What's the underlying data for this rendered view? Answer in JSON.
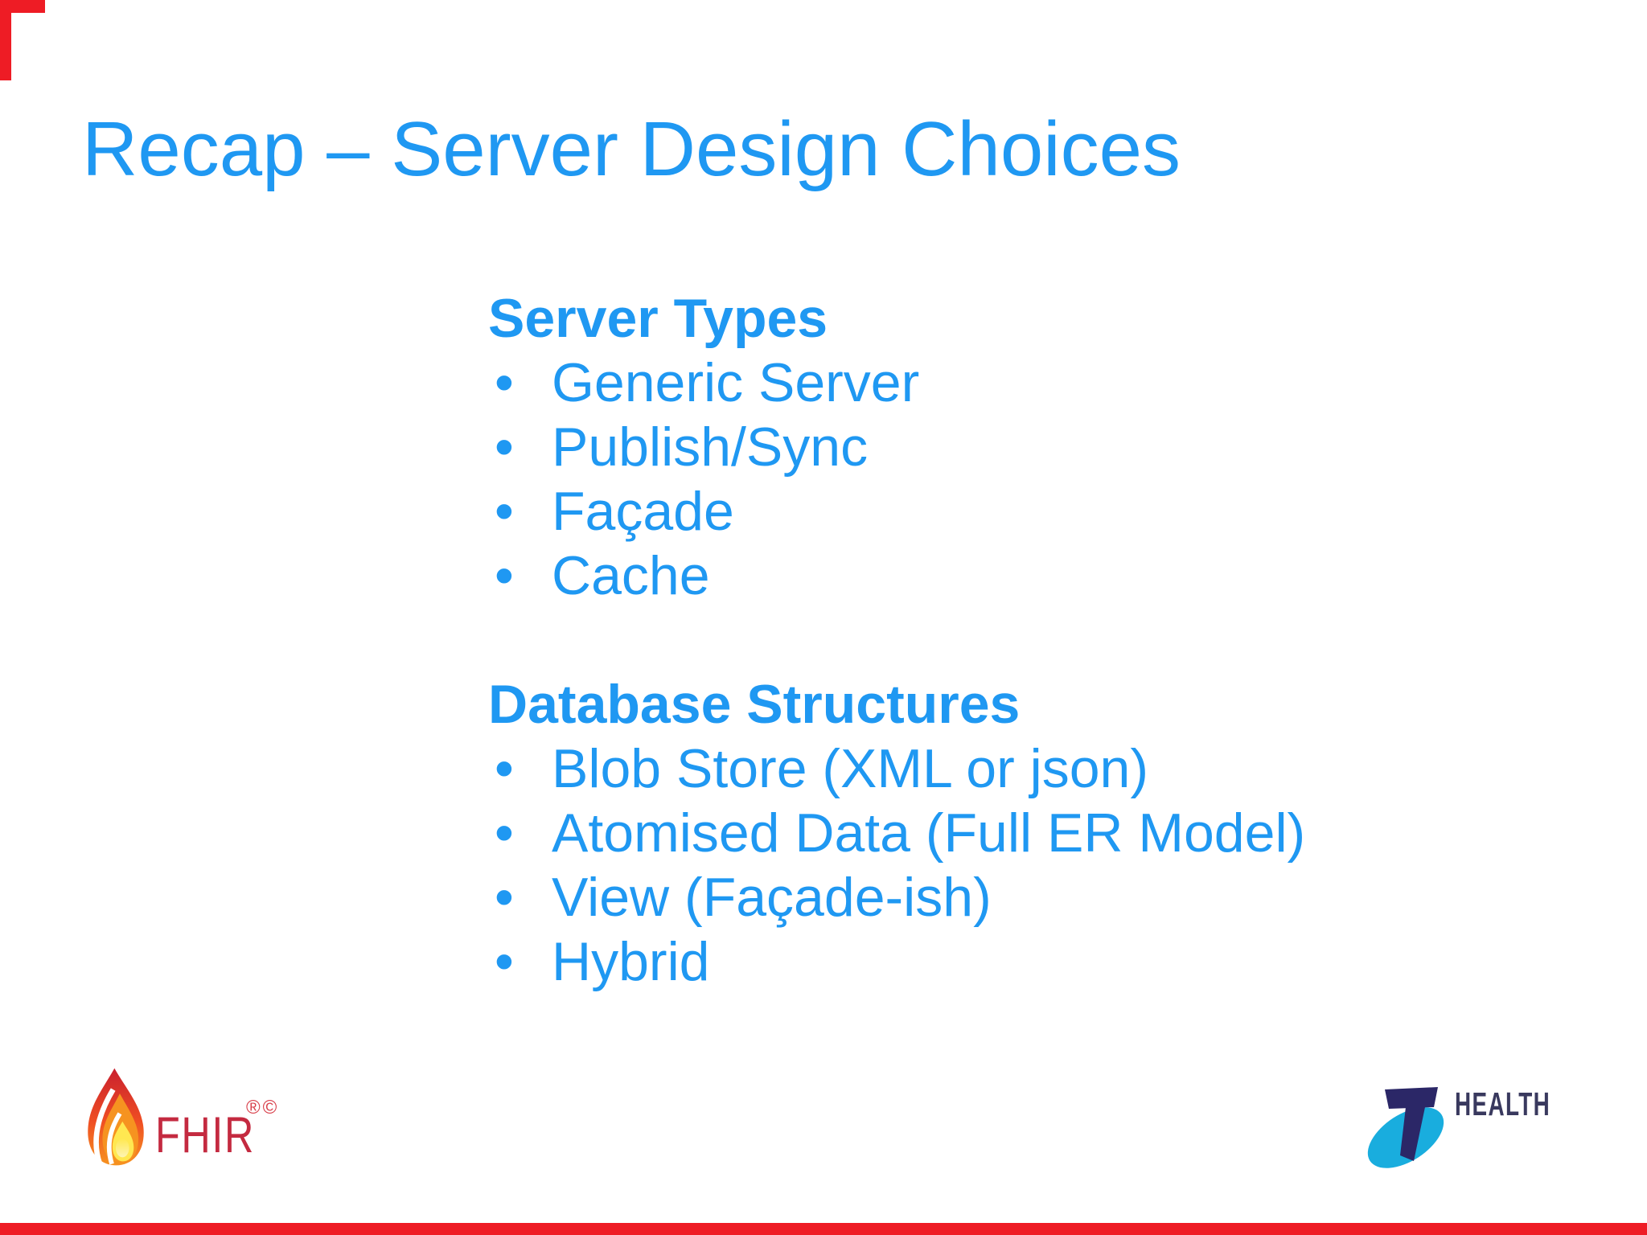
{
  "slide": {
    "title": "Recap – Server Design Choices",
    "bullet_glyph": "•",
    "sections": [
      {
        "heading": "Server Types",
        "bullets": [
          "Generic Server",
          "Publish/Sync",
          "Façade",
          "Cache"
        ]
      },
      {
        "heading": "Database Structures",
        "bullets": [
          "Blob Store (XML or json)",
          "Atomised Data (Full ER Model)",
          "View (Façade-ish)",
          "Hybrid"
        ]
      }
    ],
    "branding": {
      "fhir": {
        "text": "FHIR",
        "trademark_symbols": "®©"
      },
      "telstra": {
        "label": "HEALTH"
      }
    },
    "colors": {
      "text_blue": "#1F98F2",
      "edge_red": "#EE1C25",
      "fhir_text_red": "#C42A40",
      "fhir_mark_red": "#D8404B",
      "flame_red": "#C9202E",
      "flame_red_light": "#EF4E23",
      "flame_orange": "#F69320",
      "flame_yellow": "#FFE851",
      "flame_yellow_pale": "#FDF4B4",
      "telstra_cyan": "#19ADDE",
      "telstra_navy": "#2B2767",
      "telstra_health_text": "#39395E"
    }
  }
}
